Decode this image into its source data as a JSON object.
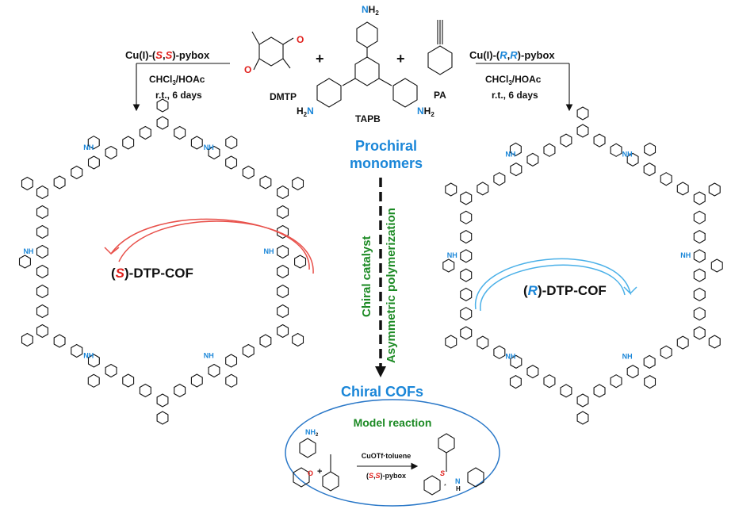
{
  "left_conditions": {
    "catalyst_prefix": "Cu(I)-(",
    "s1": "S",
    "comma": ",",
    "s2": "S",
    "catalyst_suffix": ")-pybox",
    "solvent": "CHCl",
    "solvent_sub": "3",
    "solvent_rest": "/HOAc",
    "time": "r.t., 6 days"
  },
  "right_conditions": {
    "catalyst_prefix": "Cu(I)-(",
    "r1": "R",
    "comma": ",",
    "r2": "R",
    "catalyst_suffix": ")-pybox",
    "solvent": "CHCl",
    "solvent_sub": "3",
    "solvent_rest": "/HOAc",
    "time": "r.t., 6 days"
  },
  "monomers": {
    "dmtp": "DMTP",
    "tapb": "TAPB",
    "pa": "PA",
    "plus": "+",
    "nh2_n": "N",
    "nh2_h": "H",
    "nh2_sub": "2",
    "h2n_h": "H",
    "h2n_n": "N",
    "oxygen": "O"
  },
  "center": {
    "line1": "Prochiral",
    "line2": "monomers",
    "vertical1": "Chiral catalyst",
    "vertical2": "Asymmetric polymerization",
    "bottom": "Chiral COFs"
  },
  "left_cof": {
    "open": "(",
    "s": "S",
    "rest": ")-DTP-COF"
  },
  "right_cof": {
    "open": "(",
    "r": "R",
    "rest": ")-DTP-COF"
  },
  "linker_label": "NH",
  "model": {
    "title": "Model reaction",
    "reagent": "CuOTf·toluene",
    "catalyst_open": "(",
    "s1": "S",
    "comma": ",",
    "s2": "S",
    "catalyst_rest": ")-pybox",
    "stereo": "S",
    "star": "*",
    "n": "N",
    "h": "H",
    "oxygen": "O",
    "nh2": "NH",
    "nh2_sub": "2",
    "plus": "+"
  },
  "colors": {
    "red": "#e0201c",
    "blue": "#1a86d8",
    "green": "#1c8a24",
    "left_arrow": "#e8504a",
    "right_arrow": "#4ab0e8"
  }
}
